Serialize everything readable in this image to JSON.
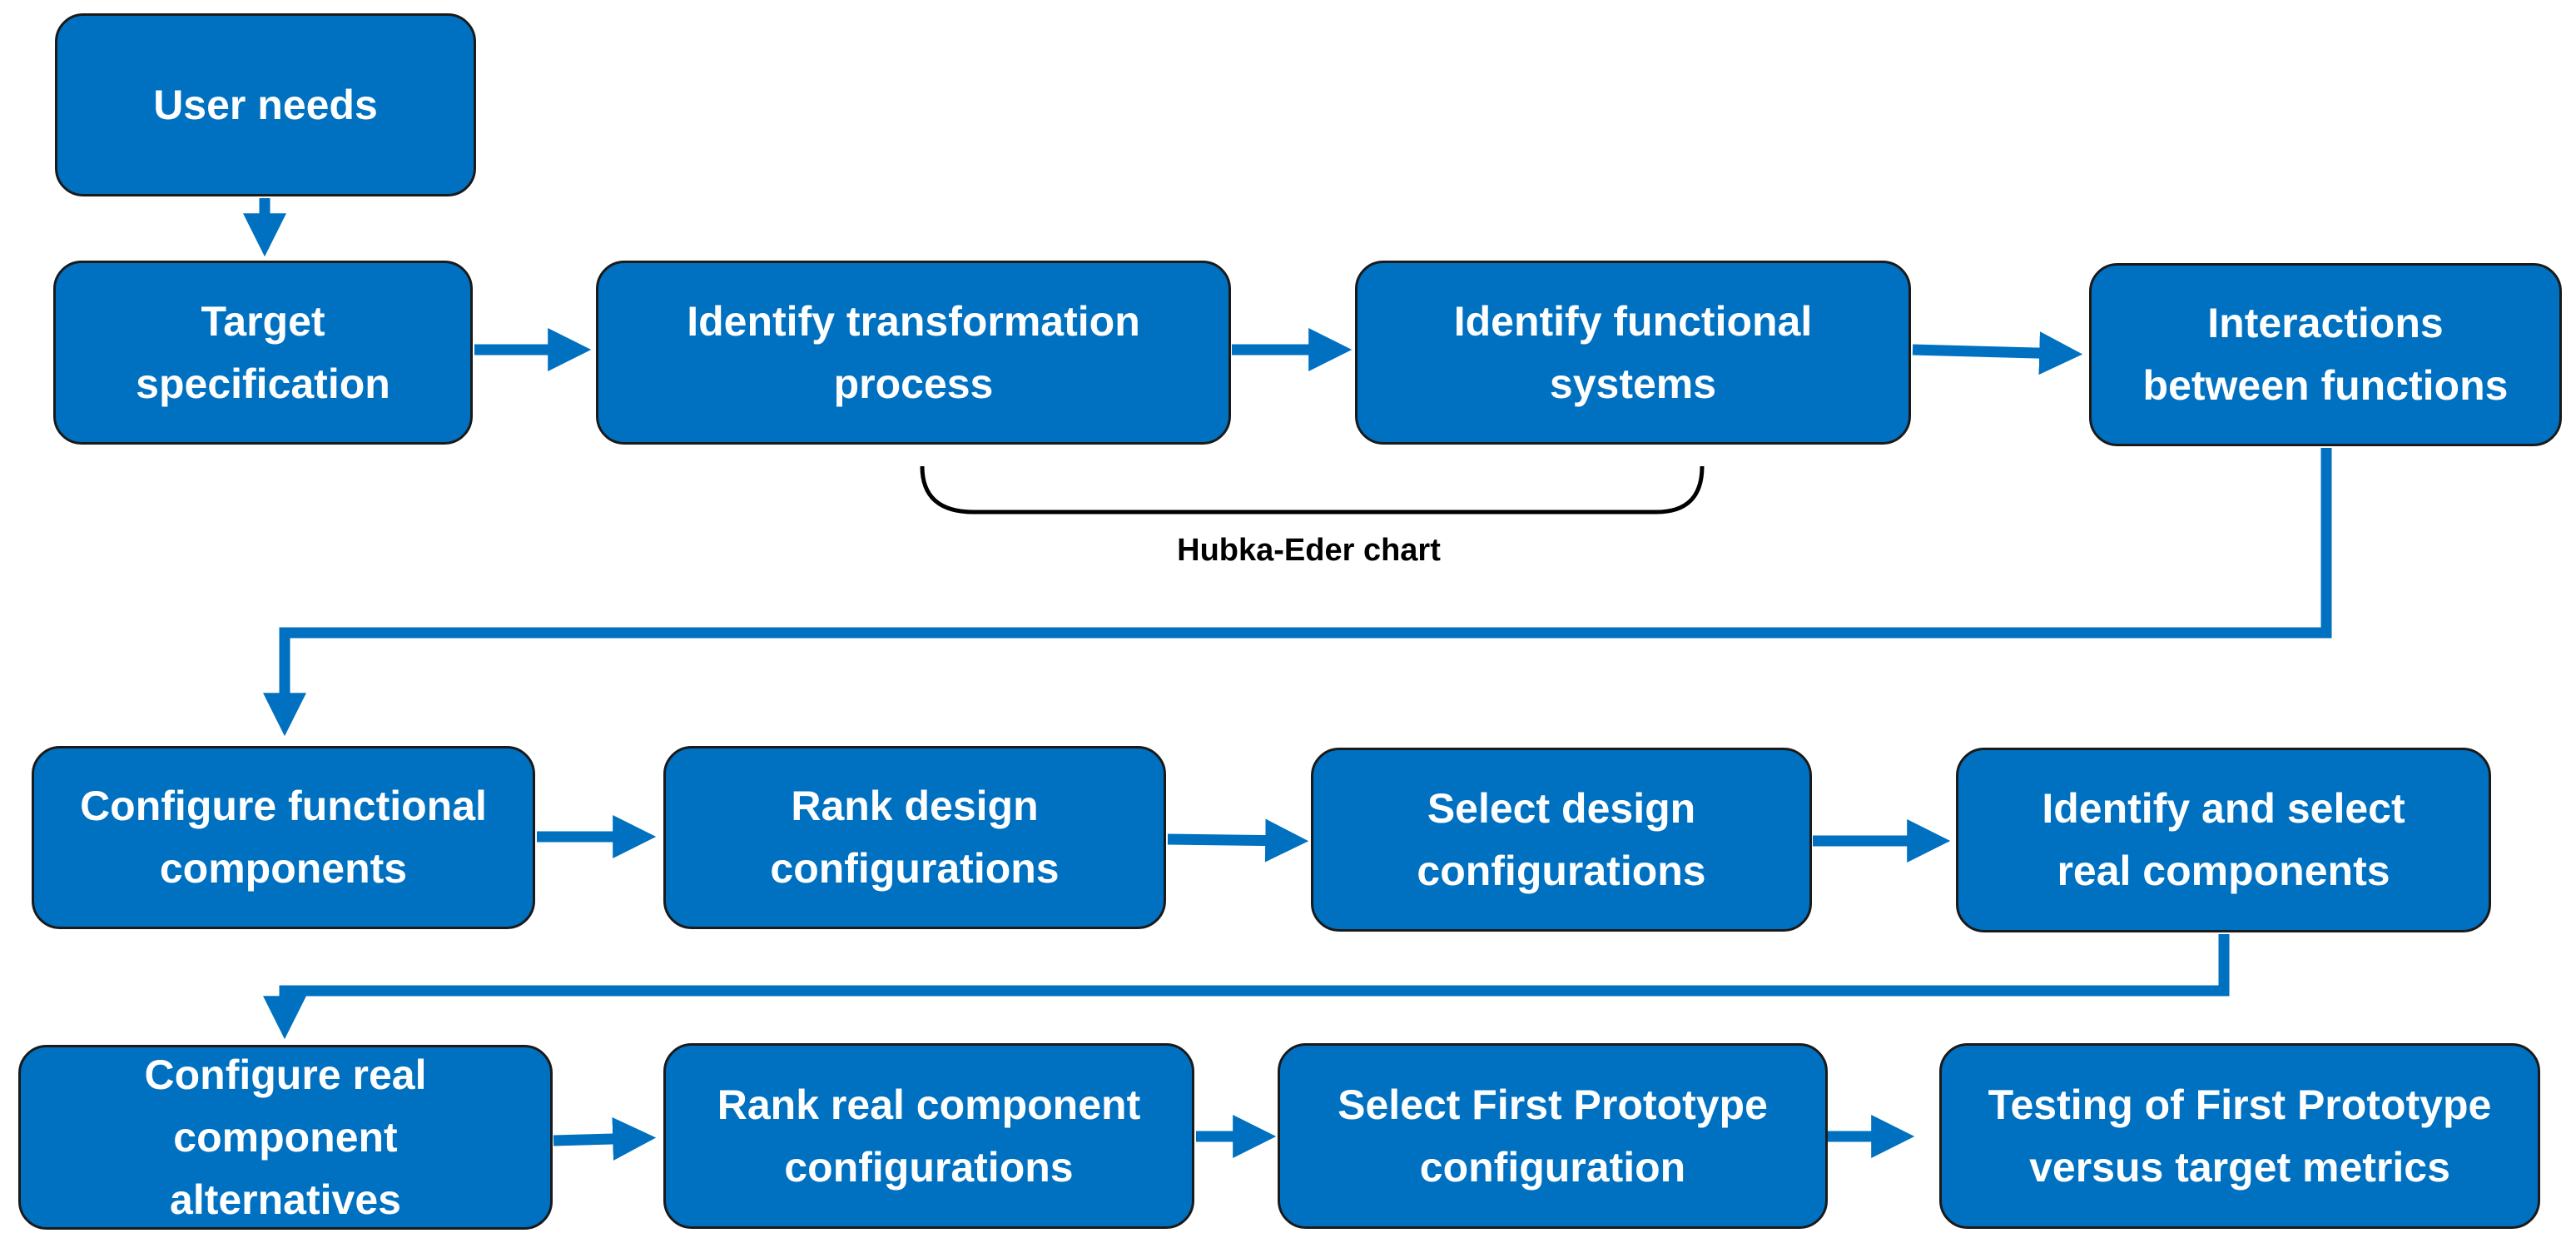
{
  "colors": {
    "box_fill": "#0070C0",
    "box_border": "#1a1a1a",
    "arrow": "#0070C0",
    "text": "#ffffff",
    "bracket": "#000000"
  },
  "nodes": {
    "user_needs": "User needs",
    "target_specification": "Target\nspecification",
    "identify_transformation_process": "Identify transformation\nprocess",
    "identify_functional_systems": "Identify functional\nsystems",
    "interactions_between_functions": "Interactions\nbetween functions",
    "configure_functional_components": "Configure functional\ncomponents",
    "rank_design_configurations": "Rank design\nconfigurations",
    "select_design_configurations": "Select design\nconfigurations",
    "identify_and_select_real_components": "Identify  and select\nreal components",
    "configure_real_component_alternatives": "Configure real\ncomponent\nalternatives",
    "rank_real_component_configurations": "Rank real component\nconfigurations",
    "select_first_prototype_configuration": "Select First Prototype\nconfiguration",
    "testing_of_first_prototype": "Testing of First Prototype\nversus target metrics"
  },
  "bracket_label": "Hubka-Eder chart"
}
